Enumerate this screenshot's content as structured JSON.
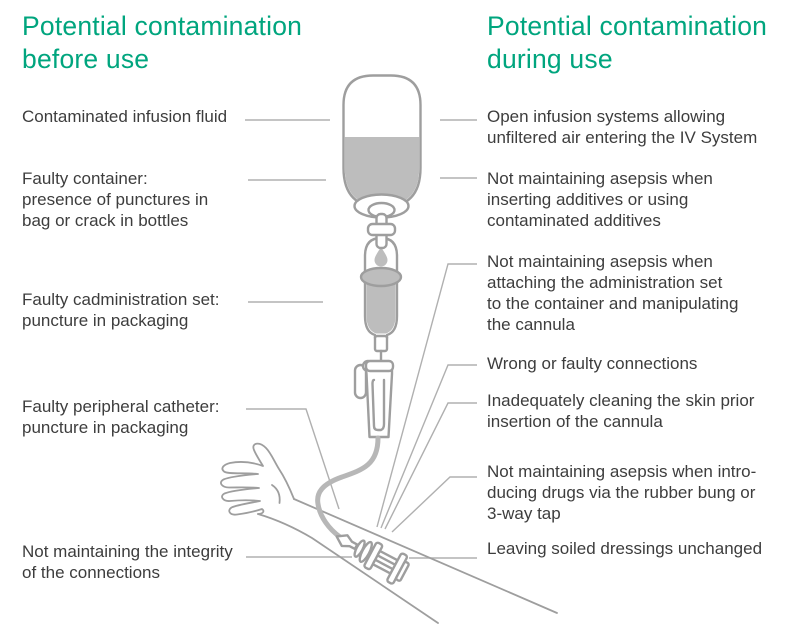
{
  "colors": {
    "accent_teal": "#00a57e",
    "text_dark": "#3d3d3d",
    "leader_line_gray": "#b0b0b0",
    "illustration_stroke_gray": "#9e9e9e",
    "illustration_fill_gray": "#bdbdbd",
    "tube_gray": "#b7b7b7"
  },
  "headers": {
    "left": "Potential contamination\nbefore use",
    "right": "Potential contamination\nduring use"
  },
  "left_labels": [
    {
      "text": "Contaminated infusion fluid"
    },
    {
      "text": "Faulty container:\npresence of punctures in\nbag or crack in bottles"
    },
    {
      "text": "Faulty cadministration set:\npuncture in packaging"
    },
    {
      "text": "Faulty peripheral catheter:\npuncture in packaging"
    },
    {
      "text": "Not maintaining the integrity\nof the connections"
    }
  ],
  "right_labels": [
    {
      "text": "Open infusion systems allowing\nunfiltered air entering the IV System"
    },
    {
      "text": "Not maintaining asepsis when\ninserting additives or using\ncontaminated additives"
    },
    {
      "text": "Not maintaining asepsis when\nattaching the administration set\nto the container and manipulating\nthe cannula"
    },
    {
      "text": "Wrong or faulty connections"
    },
    {
      "text": "Inadequately cleaning the skin prior\ninsertion of the cannula"
    },
    {
      "text": "Not maintaining asepsis when intro-\nducing drugs via the rubber bung or\n3-way tap"
    },
    {
      "text": "Leaving soiled dressings unchanged"
    }
  ],
  "illustration": {
    "parts": [
      "iv-bag",
      "spike-connector",
      "drip-chamber",
      "roller-clamp",
      "iv-tube",
      "cannula",
      "arm-and-hand"
    ]
  }
}
